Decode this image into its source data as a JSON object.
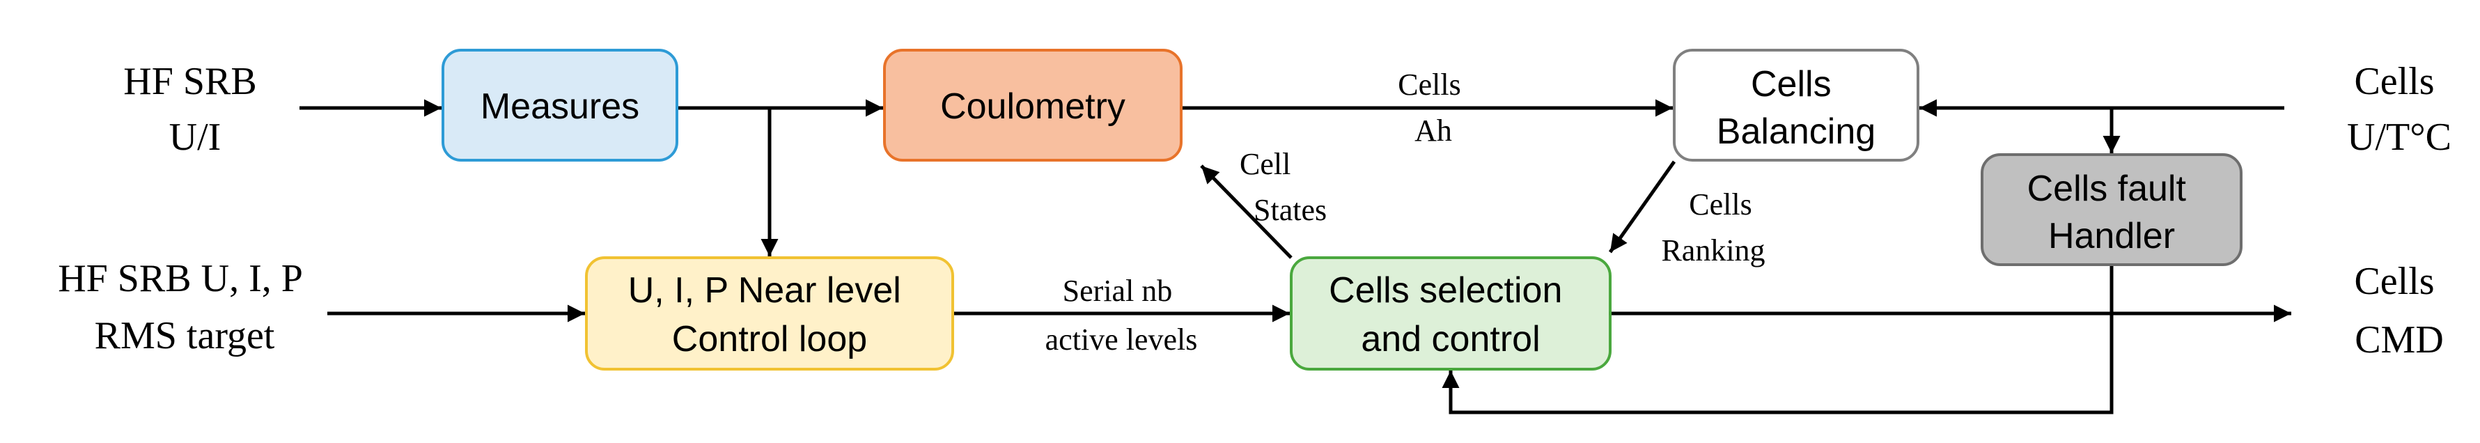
{
  "inputs": {
    "hf_srb_ui": [
      "HF SRB",
      "U/I"
    ],
    "hf_srb_target": [
      "HF SRB U, I, P",
      "RMS target"
    ]
  },
  "outputs": {
    "cells_utc": [
      "Cells",
      "U/T°C"
    ],
    "cells_cmd": [
      "Cells",
      "CMD"
    ]
  },
  "blocks": {
    "measures": {
      "lines": [
        "Measures"
      ],
      "fill": "#d9eaf7",
      "stroke": "#2e9bd6"
    },
    "coulometry": {
      "lines": [
        "Coulometry"
      ],
      "fill": "#f8bf9f",
      "stroke": "#e8732a"
    },
    "balancing": {
      "lines": [
        "Cells",
        "Balancing"
      ],
      "fill": "#ffffff",
      "stroke": "#808080"
    },
    "fault": {
      "lines": [
        "Cells fault",
        "Handler"
      ],
      "fill": "#c0c0c0",
      "stroke": "#6e6e6e"
    },
    "near_level": {
      "lines": [
        "U, I, P Near level",
        "Control loop"
      ],
      "fill": "#fff1c9",
      "stroke": "#f1c232"
    },
    "selection": {
      "lines": [
        "Cells selection",
        "and control"
      ],
      "fill": "#ddf0d8",
      "stroke": "#4aa83e"
    }
  },
  "labels": {
    "cells_ah": [
      "Cells",
      "Ah"
    ],
    "cell_states": [
      "Cell",
      "States"
    ],
    "cells_ranking": [
      "Cells",
      "Ranking"
    ],
    "serial_nb": [
      "Serial nb",
      "active levels"
    ]
  }
}
